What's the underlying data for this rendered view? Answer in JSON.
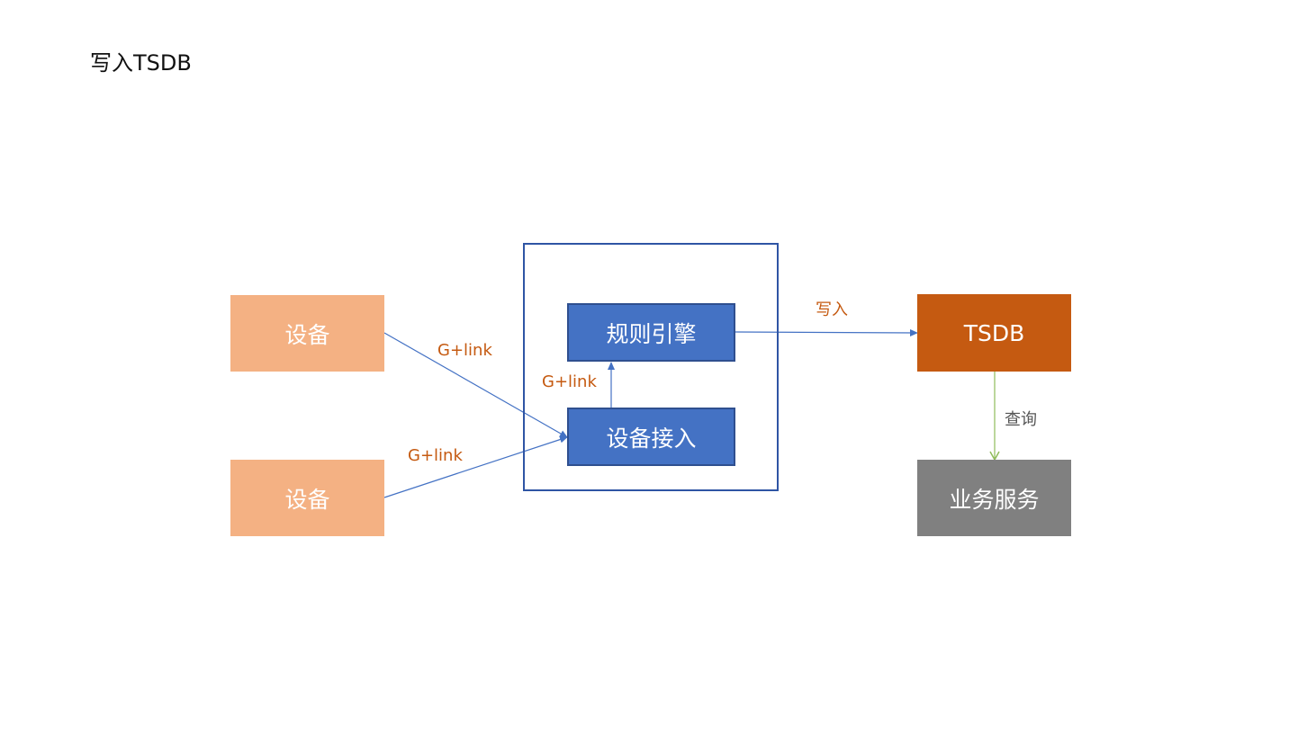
{
  "title": "写入TSDB",
  "nodes": {
    "device_1": "设备",
    "device_2": "设备",
    "rule_engine": "规则引擎",
    "device_access": "设备接入",
    "tsdb": "TSDB",
    "business": "业务服务"
  },
  "edges": {
    "device1_to_access": "G+link",
    "device2_to_access": "G+link",
    "access_to_rule": "G+link",
    "rule_to_tsdb": "写入",
    "tsdb_to_business": "查询"
  },
  "colors": {
    "device": "#f4b183",
    "module": "#4472c4",
    "container_border": "#2f55a4",
    "tsdb": "#c55a11",
    "business": "#808080",
    "edge_blue": "#4472c4",
    "edge_green": "#8fbc5a",
    "label_orange": "#c55a11"
  }
}
